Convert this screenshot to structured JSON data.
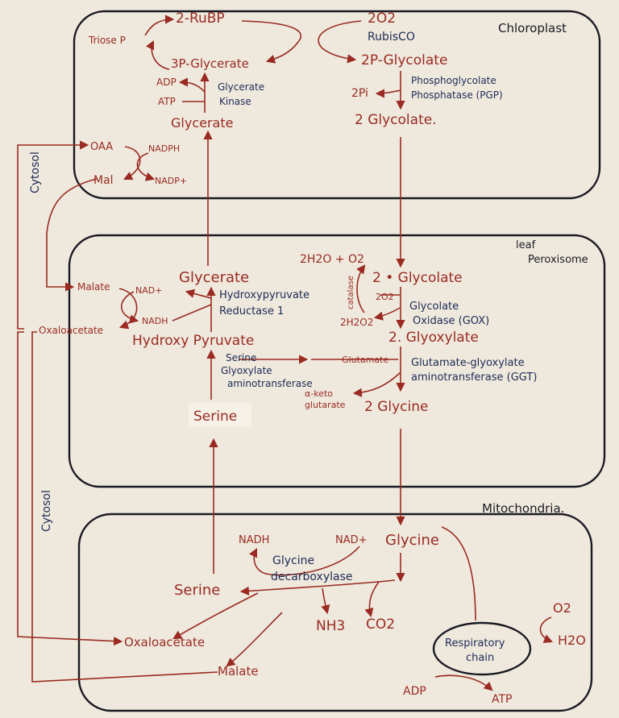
{
  "labels": {
    "chloroplast": "Chloroplast",
    "peroxisome_1": "leaf",
    "peroxisome_2": "Peroxisome",
    "mitochondria": "Mitochondria.",
    "cytosol_top": "Cytosol",
    "cytosol_bottom": "Cytosol"
  },
  "chloroplast": {
    "rubp": "2-RuBP",
    "o2": "2O2",
    "rubisco": "RubisCO",
    "triose_p": "Triose P",
    "pga": "3P-Glycerate",
    "p_glycolate": "2P-Glycolate",
    "pi": "2Pi",
    "pgp_1": "Phosphoglycolate",
    "pgp_2": "Phosphatase (PGP)",
    "adp": "ADP",
    "atp": "ATP",
    "gk_1": "Glycerate",
    "gk_2": "Kinase",
    "glycerate": "Glycerate",
    "glycolate": "2 Glycolate.",
    "oaa": "OAA",
    "mal": "Mal",
    "nadph": "NADPH",
    "nadp": "NADP+"
  },
  "peroxisome": {
    "glycerate": "Glycerate",
    "hpr_1": "Hydroxypyruvate",
    "hpr_2": "Reductase 1",
    "malate": "Malate",
    "nad": "NAD+",
    "nadh": "NADH",
    "oxaloacetate": "Oxaloacetate",
    "hydroxypyruvate": "Hydroxy Pyruvate",
    "sgat_1": "Serine",
    "sgat_2": "Glyoxylate",
    "sgat_3": "aminotransferase",
    "serine": "Serine",
    "water_o2": "2H2O + O2",
    "catalase": "catalase",
    "glycolate": "2 • Glycolate",
    "o2": "2O2",
    "h2o2": "2H2O2",
    "gox_1": "Glycolate",
    "gox_2": "Oxidase (GOX)",
    "glyoxylate": "2. Glyoxylate",
    "glutamate": "Glutamate",
    "ggt_1": "Glutamate-glyoxylate",
    "ggt_2": "aminotransferase (GGT)",
    "akg_1": "α-keto",
    "akg_2": "glutarate",
    "glycine": "2 Glycine"
  },
  "mitochondria": {
    "nadh": "NADH",
    "nad": "NAD+",
    "glycine": "Glycine",
    "gdc_1": "Glycine",
    "gdc_2": "decarboxylase",
    "serine": "Serine",
    "nh3": "NH3",
    "co2": "CO2",
    "oxaloacetate": "Oxaloacetate",
    "malate": "Malate",
    "resp_1": "Respiratory",
    "resp_2": "chain",
    "o2": "O2",
    "h2o": "H2O",
    "adp": "ADP",
    "atp": "ATP"
  },
  "colors": {
    "paper": "#efe9dd",
    "ink_red": "#9a2a22",
    "ink_blue": "#1c2a55",
    "ink_black": "#1a1a22"
  }
}
